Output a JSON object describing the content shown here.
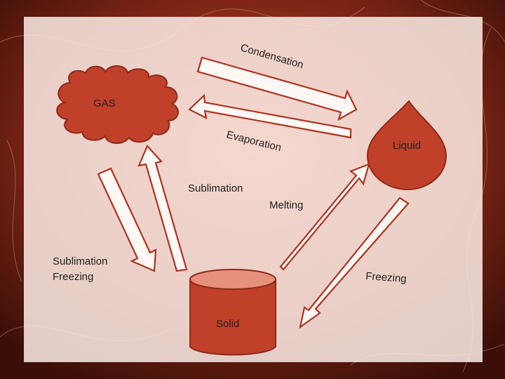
{
  "diagram": {
    "nodes": {
      "gas": "GAS",
      "liquid": "Liquid",
      "solid": "Solid"
    },
    "transitions": {
      "condensation": "Condensation",
      "evaporation": "Evaporation",
      "sublimation": "Sublimation",
      "melting": "Melting",
      "sublimation_freezing_line1": "Sublimation",
      "sublimation_freezing_line2": "Freezing",
      "freezing": "Freezing"
    }
  },
  "colors": {
    "background": "#3a0f08",
    "panel": "#fdece6",
    "shape_fill": "#c0402a",
    "arrow_stroke": "#b0321f"
  }
}
